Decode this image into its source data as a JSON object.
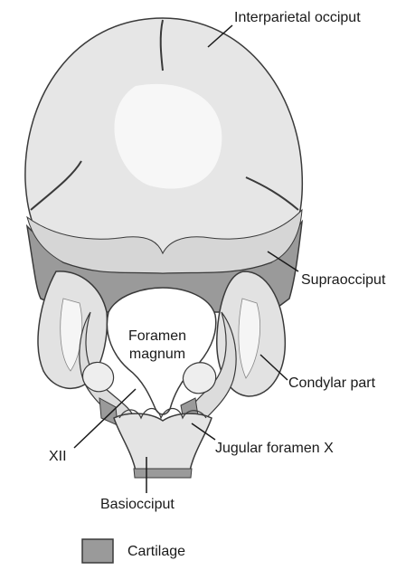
{
  "labels": {
    "interparietal": "Interparietal occiput",
    "supraocciput": "Supraocciput",
    "condylar": "Condylar part",
    "foramen_line1": "Foramen",
    "foramen_line2": "magnum",
    "jugular": "Jugular foramen X",
    "xii": "XII",
    "basiocciput": "Basiocciput"
  },
  "legend": {
    "cartilage_label": "Cartilage",
    "cartilage_color": "#9a9a9a"
  },
  "colors": {
    "bone_light": "#e6e6e6",
    "bone_mid": "#cfcfcf",
    "cartilage": "#9a9a9a",
    "outline": "#3a3a3a",
    "highlight": "#f7f7f7"
  }
}
